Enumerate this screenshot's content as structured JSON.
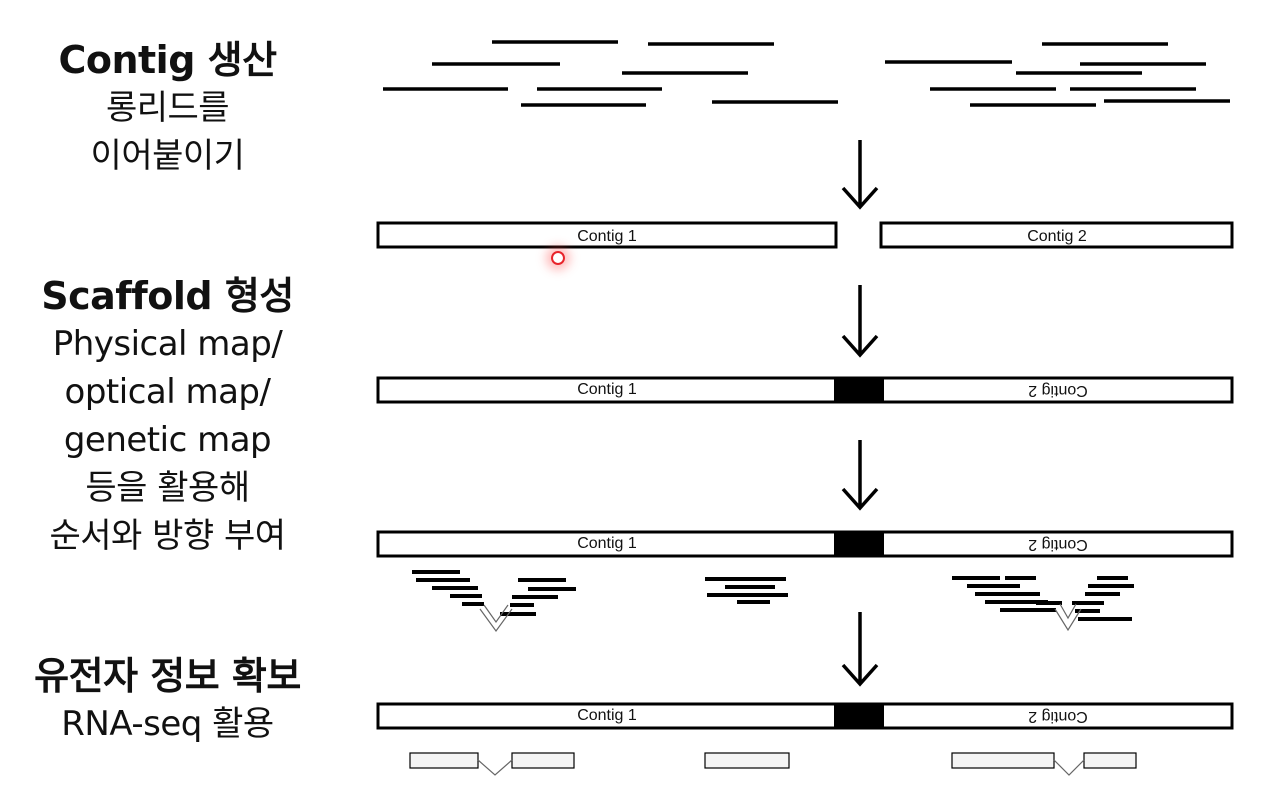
{
  "sections": [
    {
      "heading": "Contig 생산",
      "lines": [
        "롱리드를",
        "이어붙이기"
      ]
    },
    {
      "heading": "Scaffold 형성",
      "lines": [
        "Physical map/",
        "optical map/",
        "genetic map",
        "등을 활용해",
        "순서와 방향 부여"
      ]
    },
    {
      "heading": "유전자 정보 확보",
      "lines": [
        "RNA-seq 활용"
      ]
    }
  ],
  "contig_labels": {
    "contig1": "Contig 1",
    "contig2": "Contig 2"
  },
  "colors": {
    "stroke": "#000000",
    "text": "#111111",
    "exon_fill": "#f4f4f4",
    "gap_fill": "#000000",
    "cursor": "#e8232a"
  }
}
